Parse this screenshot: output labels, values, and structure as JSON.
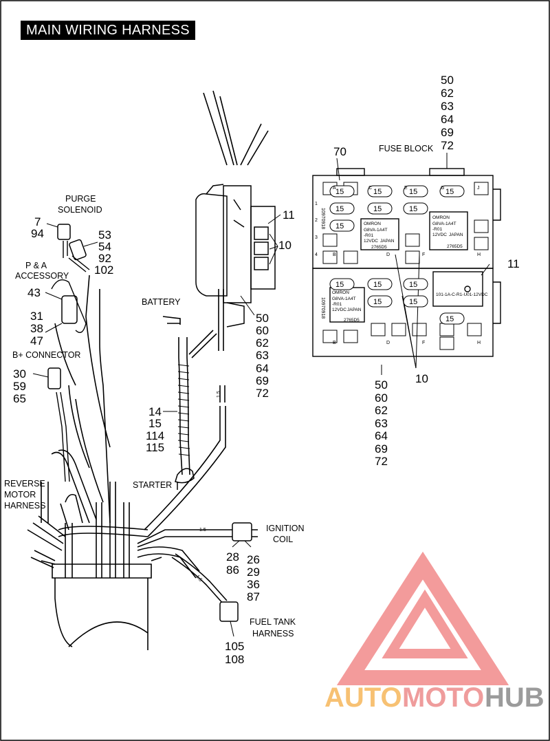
{
  "title": "MAIN WIRING HARNESS",
  "labels": {
    "purge_solenoid": [
      "PURGE",
      "SOLENOID"
    ],
    "pa_accessory": [
      "P & A",
      "ACCESSORY"
    ],
    "b_plus_connector": "B+ CONNECTOR",
    "battery": "BATTERY",
    "starter": "STARTER",
    "reverse_motor_harness": [
      "REVERSE",
      "MOTOR",
      "HARNESS"
    ],
    "ignition_coil": [
      "IGNITION",
      "COIL"
    ],
    "fuel_tank_harness": [
      "FUEL TANK",
      "HARNESS"
    ],
    "fuse_block": "FUSE BLOCK"
  },
  "callouts": {
    "purge_left": [
      "7",
      "94"
    ],
    "purge_right": [
      "53",
      "54",
      "92",
      "102"
    ],
    "pa_accessory": [
      "43",
      "31",
      "38",
      "47"
    ],
    "b_plus": [
      "30",
      "59",
      "65"
    ],
    "battery_cable": [
      "14",
      "15",
      "114",
      "115"
    ],
    "mount_11": "11",
    "mount_10": "10",
    "mount_fuses": [
      "50",
      "60",
      "62",
      "63",
      "64",
      "69",
      "72"
    ],
    "ignition_left": [
      "28",
      "86"
    ],
    "ignition_right": [
      "26",
      "29",
      "36",
      "87"
    ],
    "fuel_tank": [
      "105",
      "108"
    ],
    "fuse_block_top": [
      "50",
      "62",
      "63",
      "64",
      "69",
      "72"
    ],
    "fuse_block_70": "70",
    "fuse_block_11": "11",
    "fuse_block_10": "10",
    "fuse_block_bottom": [
      "50",
      "60",
      "62",
      "63",
      "64",
      "69",
      "72"
    ]
  },
  "fuse_block": {
    "fuse_rating": "15",
    "part_number": "10970918",
    "relay_brand": "OMRON",
    "relay_model": [
      "G8VA-1A4T",
      "-R01"
    ],
    "relay_rating": "12VDC",
    "relay_origin": "JAPAN",
    "relay_code": "2765D5",
    "relay_alt_text": "101-1A-C-R1-U01-12VDC",
    "col_letters_top": [
      "A",
      "C",
      "E",
      "G",
      "J"
    ],
    "col_letters_mid": [
      "B",
      "D",
      "F",
      "H"
    ],
    "row_numbers": [
      "1",
      "2",
      "3",
      "4"
    ]
  },
  "wire_gauge": "1.5",
  "watermark": {
    "part1": "AUTO",
    "part2": "MOTO",
    "part3": "HUB",
    "colors": {
      "auto": "#f7c173",
      "moto": "#ef9c9c",
      "hub": "#9b9b9b",
      "triangle": "#f28a8a"
    }
  }
}
